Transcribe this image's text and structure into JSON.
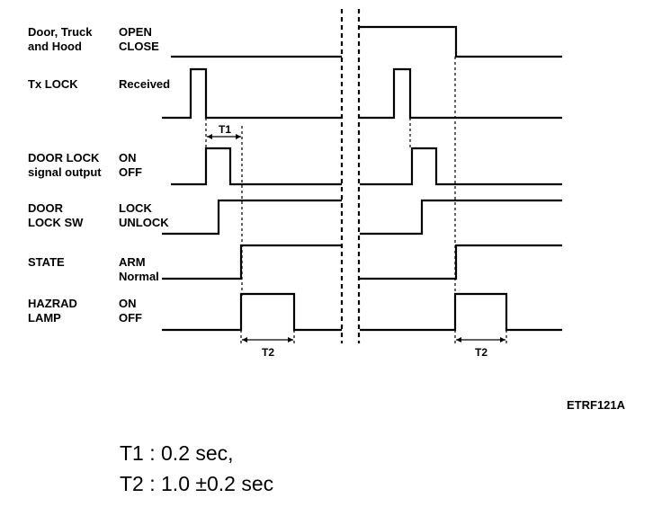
{
  "signals": [
    {
      "name_lines": [
        "Door, Truck",
        "and Hood"
      ],
      "state_lines": [
        "OPEN",
        "CLOSE"
      ]
    },
    {
      "name_lines": [
        "Tx LOCK"
      ],
      "state_lines": [
        "Received"
      ]
    },
    {
      "name_lines": [
        "DOOR LOCK",
        "signal output"
      ],
      "state_lines": [
        "ON",
        "OFF"
      ]
    },
    {
      "name_lines": [
        "DOOR",
        "LOCK SW"
      ],
      "state_lines": [
        "LOCK",
        "UNLOCK"
      ]
    },
    {
      "name_lines": [
        "STATE"
      ],
      "state_lines": [
        "ARM",
        "Normal"
      ]
    },
    {
      "name_lines": [
        "HAZRAD",
        "LAMP"
      ],
      "state_lines": [
        "ON",
        "OFF"
      ]
    }
  ],
  "intervals": {
    "t1_label": "T1",
    "t2_label": "T2"
  },
  "figure_code": "ETRF121A",
  "notes": [
    "T1 : 0.2 sec,",
    "T2 : 1.0 ±0.2 sec"
  ]
}
